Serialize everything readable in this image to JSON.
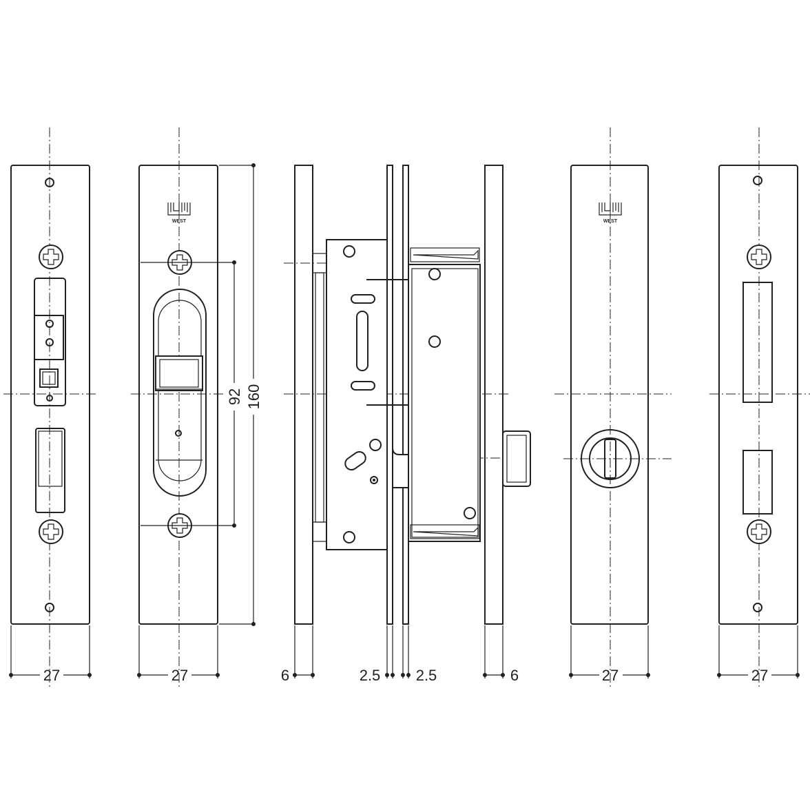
{
  "brand": {
    "logo_text": "WEST"
  },
  "dimensions": {
    "plate1_width": "27",
    "plate2_width": "27",
    "plate2_height_inner": "92",
    "plate2_height_total": "160",
    "side_left_plate": "6",
    "side_left_gap": "2.5",
    "side_right_gap": "2.5",
    "side_right_plate": "6",
    "plate5_width": "27",
    "plate6_width": "27"
  }
}
